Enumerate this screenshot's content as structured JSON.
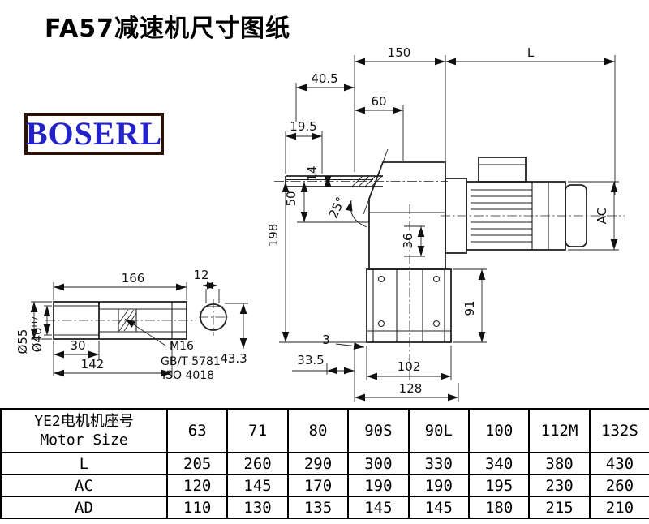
{
  "title": "FA57减速机尺寸图纸",
  "logo": {
    "text": "BOSERL",
    "text_color": "#2323c8",
    "border_color": "#2b1208"
  },
  "drawing": {
    "dims": {
      "d150": "150",
      "dL": "L",
      "d40_5": "40.5",
      "d60": "60",
      "d19_5": "19.5",
      "d14": "14",
      "d50": "50",
      "a25": "25°",
      "d198": "198",
      "d36": "36",
      "dAC": "AC",
      "d91": "91",
      "d3": "3",
      "d33_5": "33.5",
      "d102": "102",
      "d128": "128",
      "d166": "166",
      "d12": "12",
      "d30": "30",
      "d142": "142",
      "d43_3": "43.3",
      "dia55": "Ø55",
      "dia40": "Ø40",
      "dia40_tol": "H7",
      "m16": "M16",
      "gbt": "GB/T 5781",
      "iso": "ISO 4018"
    }
  },
  "table": {
    "header_cn": "YE2电机机座号",
    "header_en": "Motor Size",
    "sizes": [
      "63",
      "71",
      "80",
      "90S",
      "90L",
      "100",
      "112M",
      "132S"
    ],
    "rows": [
      {
        "label": "L",
        "values": [
          "205",
          "260",
          "290",
          "300",
          "330",
          "340",
          "380",
          "430"
        ]
      },
      {
        "label": "AC",
        "values": [
          "120",
          "145",
          "170",
          "190",
          "190",
          "195",
          "230",
          "260"
        ]
      },
      {
        "label": "AD",
        "values": [
          "110",
          "130",
          "135",
          "145",
          "145",
          "180",
          "215",
          "210"
        ]
      }
    ]
  }
}
